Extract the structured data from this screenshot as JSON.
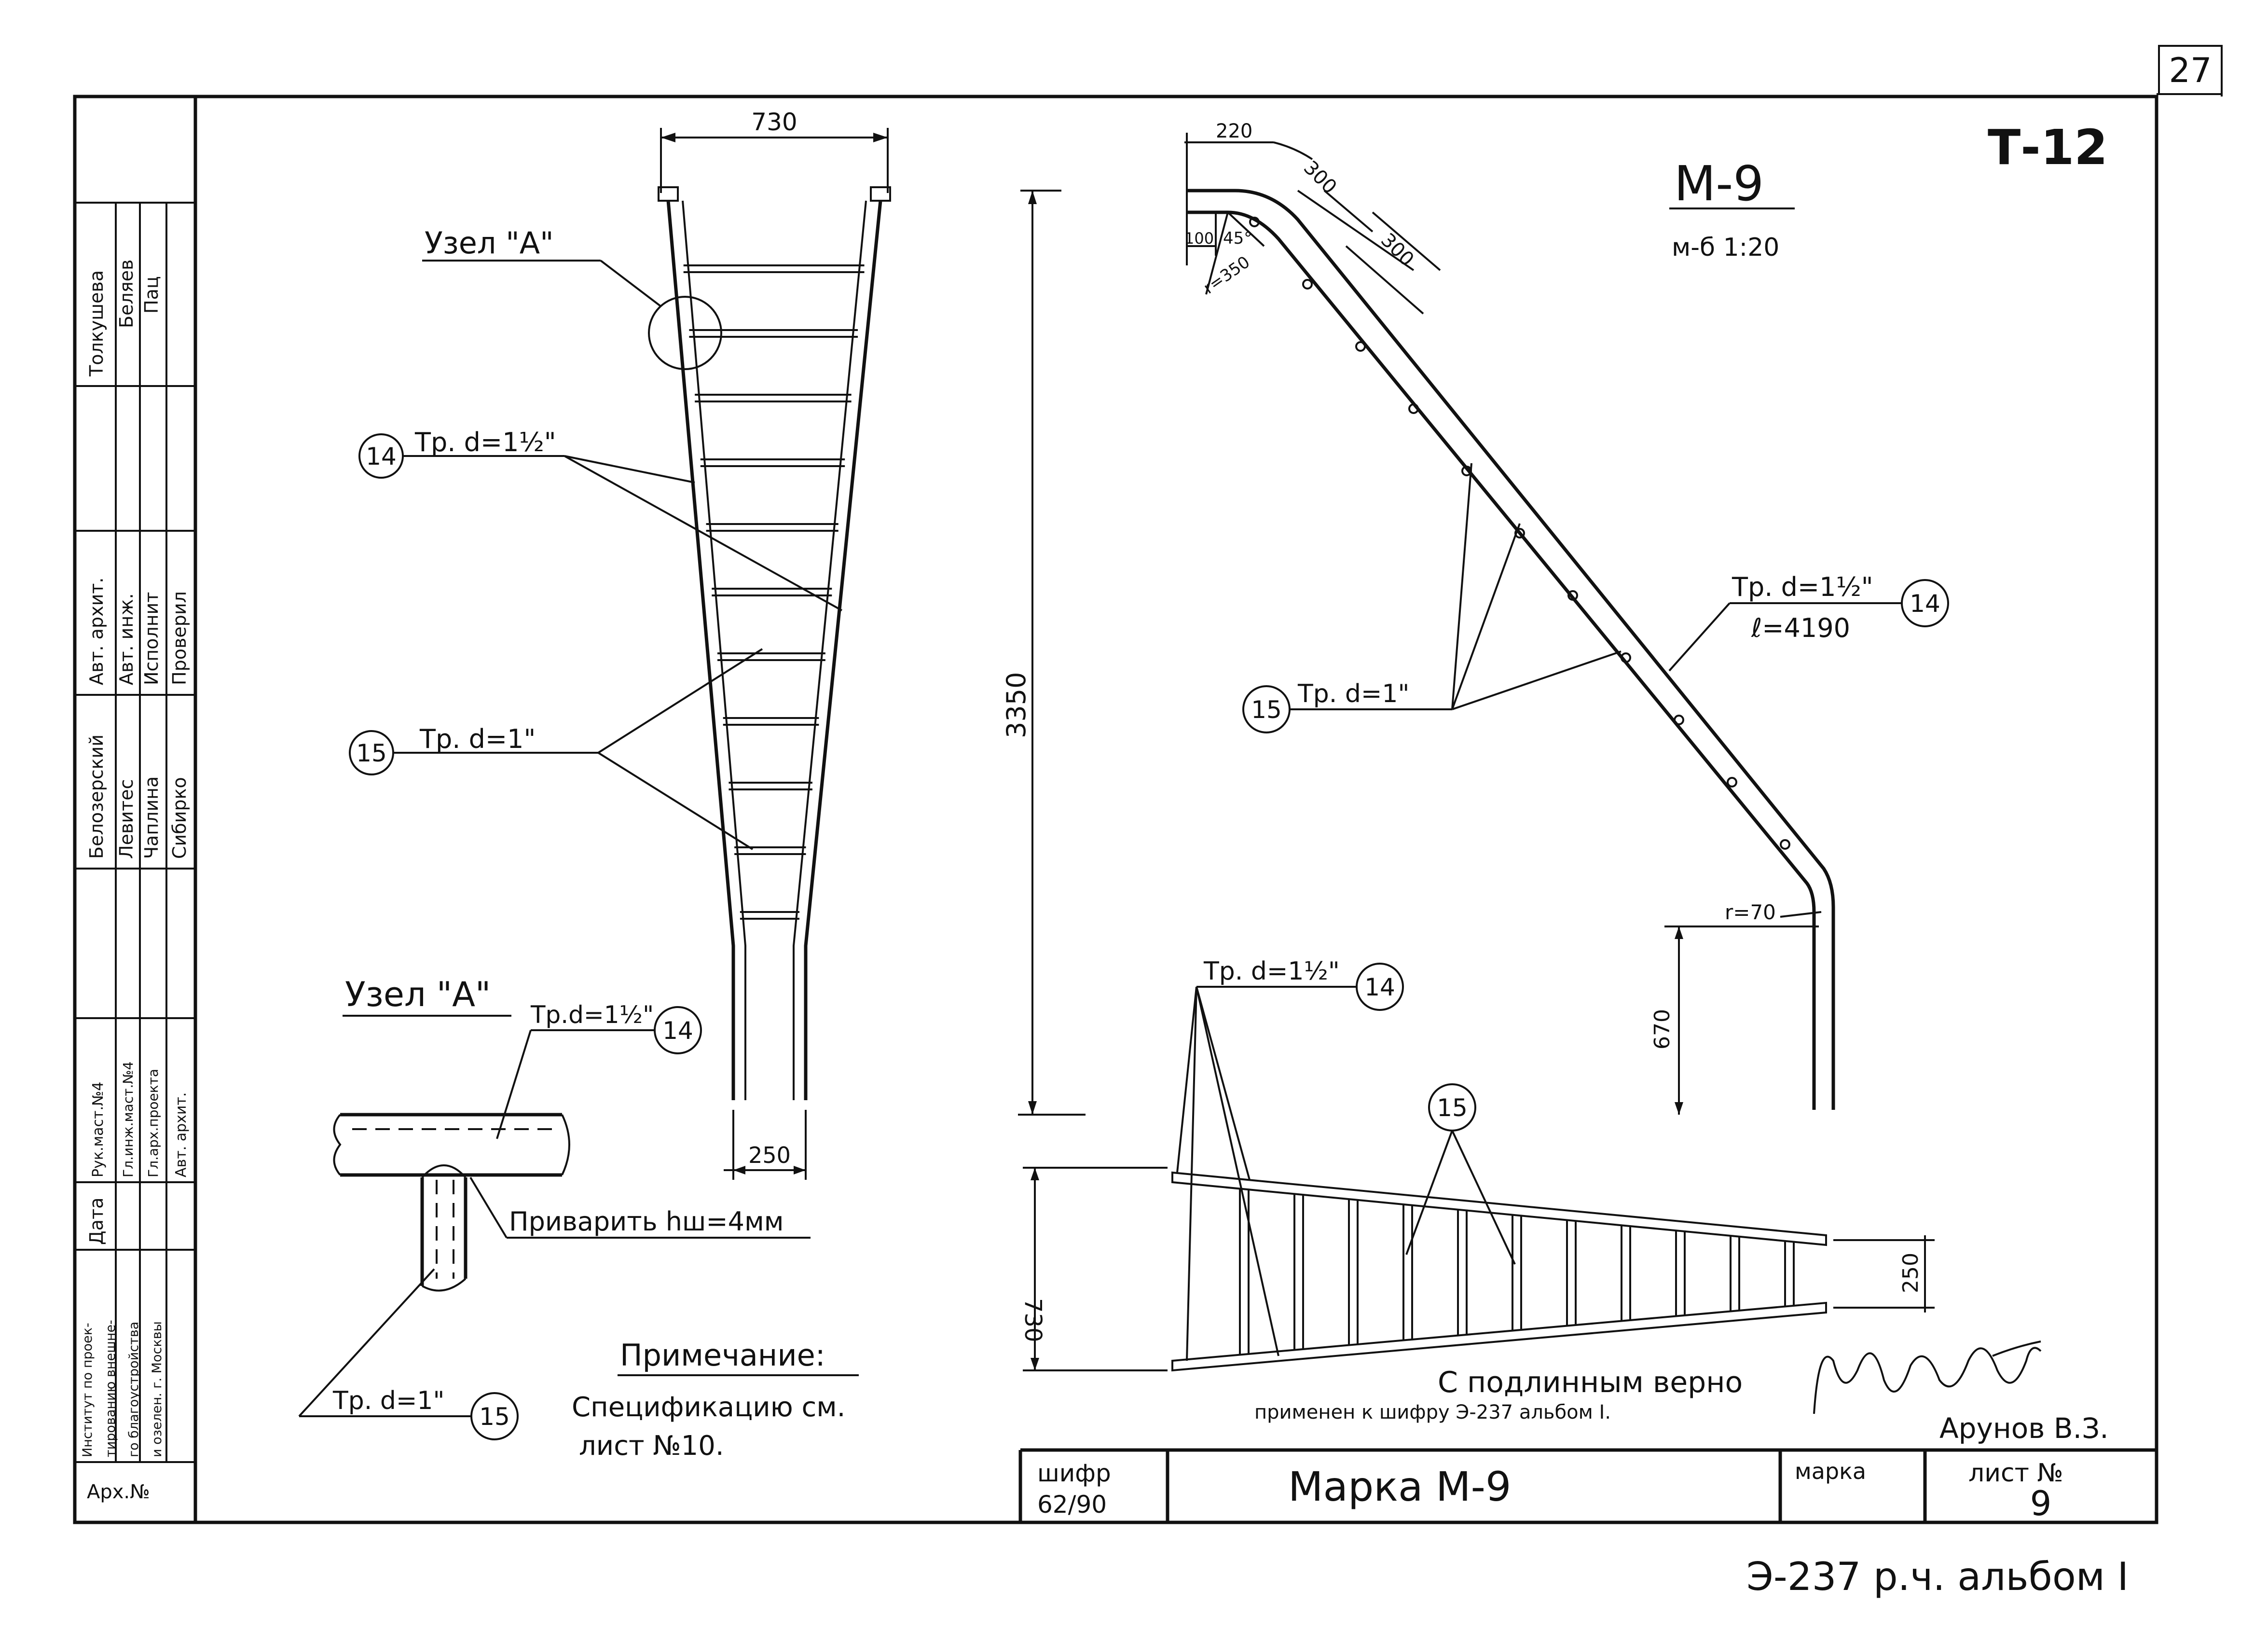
{
  "sheet_corner_number": "27",
  "sheet_code": "Т-12",
  "part_title": "М-9",
  "scale": "м-б 1:20",
  "left_column": {
    "people_top": [
      "Толкушева",
      "Беляев",
      "Пац"
    ],
    "roles": [
      "Авт. архит.",
      "Авт. инж.",
      "Исполнит",
      "Проверил"
    ],
    "people_mid": [
      "Белозерский",
      "Левитес",
      "Чаплина",
      "Сибирко"
    ],
    "posts": [
      "Рук.маст.№4",
      "Гл.инж.маст.№4",
      "Гл.арх.проекта",
      "Авт. архит."
    ],
    "date_label": "Дата",
    "institute": [
      "Институт по проек-",
      "тированию внешне-",
      "го благоустройства",
      "и озелен. г. Москвы"
    ],
    "arch_no": "Арх.№"
  },
  "front_view": {
    "dim_top": "730",
    "dim_bottom": "250",
    "node_label": "Узел \"А\"",
    "callout_14_text": "Тр. d=1½\"",
    "callout_14_num": "14",
    "callout_15_text": "Тр. d=1\"",
    "callout_15_num": "15"
  },
  "side_view": {
    "dim_height": "3350",
    "dim_220": "220",
    "dim_300a": "300",
    "dim_300b": "300",
    "dim_100": "100",
    "angle": "45°",
    "radius_top": "r=350",
    "radius_bottom": "r=70",
    "dim_670": "670",
    "callout_14_text": "Тр. d=1½\"",
    "callout_14_len": "ℓ=4190",
    "callout_14_num": "14",
    "callout_15_text": "Тр. d=1\"",
    "callout_15_num": "15"
  },
  "node_detail": {
    "title": "Узел \"А\"",
    "pipe_top_text": "Тр.d=1½\"",
    "pipe_top_num": "14",
    "weld_text": "Приварить hш=4мм",
    "pipe_bottom_text": "Тр. d=1\"",
    "pipe_bottom_num": "15"
  },
  "plan_view": {
    "callout_14_text": "Тр. d=1½\"",
    "callout_14_num": "14",
    "callout_15_num": "15",
    "dim_left": "730",
    "dim_right": "250"
  },
  "note": {
    "heading": "Примечание:",
    "line1": "Спецификацию см.",
    "line2": "лист №10."
  },
  "certification": {
    "line1": "С подлинным верно",
    "line2": "применен к шифру Э-237 альбом I.",
    "name": "Арунов В.З."
  },
  "title_block": {
    "cipher_label": "шифр",
    "cipher_value": "62/90",
    "mark_title": "Марка М-9",
    "mark_label": "марка",
    "sheet_label": "лист №",
    "sheet_no": "9"
  },
  "footer": "Э-237 р.ч. альбом I"
}
